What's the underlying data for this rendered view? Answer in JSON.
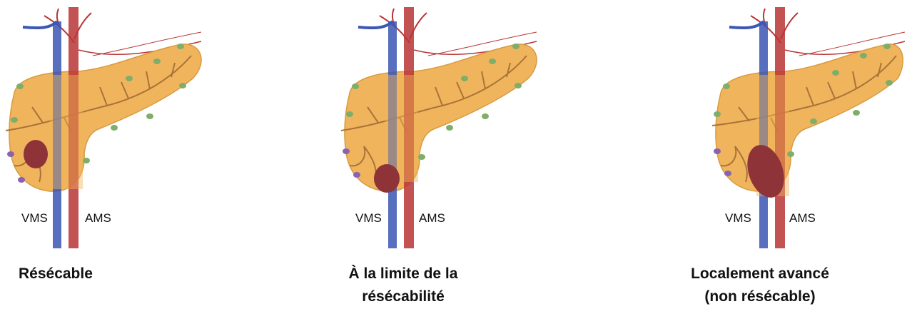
{
  "panels": [
    {
      "vein_label": "VMS",
      "artery_label": "AMS",
      "caption": "Résécable"
    },
    {
      "vein_label": "VMS",
      "artery_label": "AMS",
      "caption": "À la limite de la\nrésécabilité"
    },
    {
      "vein_label": "VMS",
      "artery_label": "AMS",
      "caption": "Localement avancé\n(non résécable)"
    }
  ],
  "colors": {
    "pancreas": "#f0b55c",
    "pancreas_edge": "#d89a3e",
    "duct": "#a9733a",
    "vein": "#3b56b5",
    "artery": "#b93535",
    "tumor": "#8e3438",
    "node_green": "#7fae6a",
    "node_purple": "#8a62b3"
  }
}
